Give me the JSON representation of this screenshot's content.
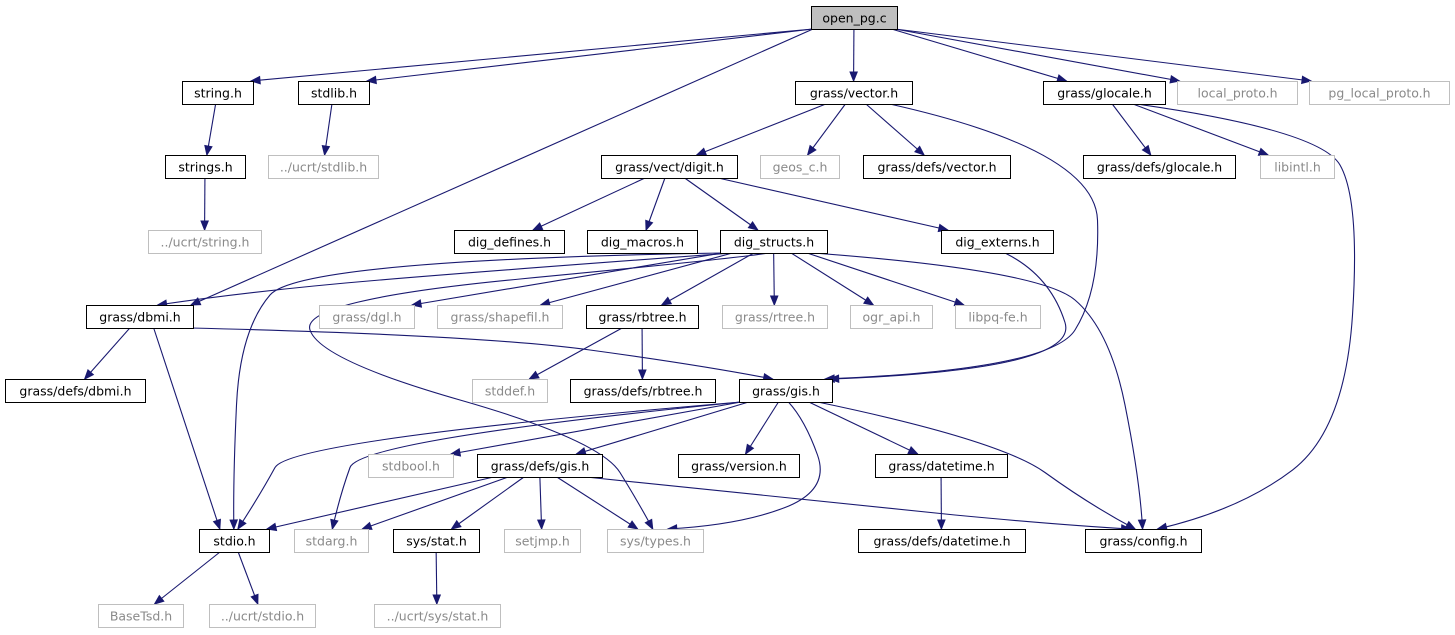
{
  "colors": {
    "edge": "#191970",
    "root_fill": "#bfbfbf",
    "documented_border": "#000000",
    "external_border": "#bfbfbf",
    "external_text": "#8a8a8a"
  },
  "nodes": [
    {
      "id": "open_pg",
      "label": "open_pg.c",
      "kind": "root"
    },
    {
      "id": "string_h",
      "label": "string.h",
      "kind": "documented"
    },
    {
      "id": "stdlib_h",
      "label": "stdlib.h",
      "kind": "documented"
    },
    {
      "id": "grass_vector_h",
      "label": "grass/vector.h",
      "kind": "documented"
    },
    {
      "id": "grass_glocale_h",
      "label": "grass/glocale.h",
      "kind": "documented"
    },
    {
      "id": "local_proto_h",
      "label": "local_proto.h",
      "kind": "external"
    },
    {
      "id": "pg_local_proto_h",
      "label": "pg_local_proto.h",
      "kind": "external"
    },
    {
      "id": "strings_h",
      "label": "strings.h",
      "kind": "documented"
    },
    {
      "id": "ucrt_stdlib_h",
      "label": "../ucrt/stdlib.h",
      "kind": "external"
    },
    {
      "id": "vect_digit_h",
      "label": "grass/vect/digit.h",
      "kind": "documented"
    },
    {
      "id": "geos_c_h",
      "label": "geos_c.h",
      "kind": "external"
    },
    {
      "id": "defs_vector_h",
      "label": "grass/defs/vector.h",
      "kind": "documented"
    },
    {
      "id": "defs_glocale_h",
      "label": "grass/defs/glocale.h",
      "kind": "documented"
    },
    {
      "id": "libintl_h",
      "label": "libintl.h",
      "kind": "external"
    },
    {
      "id": "ucrt_string_h",
      "label": "../ucrt/string.h",
      "kind": "external"
    },
    {
      "id": "dig_defines_h",
      "label": "dig_defines.h",
      "kind": "documented"
    },
    {
      "id": "dig_macros_h",
      "label": "dig_macros.h",
      "kind": "documented"
    },
    {
      "id": "dig_structs_h",
      "label": "dig_structs.h",
      "kind": "documented"
    },
    {
      "id": "dig_externs_h",
      "label": "dig_externs.h",
      "kind": "documented"
    },
    {
      "id": "grass_dbmi_h",
      "label": "grass/dbmi.h",
      "kind": "documented"
    },
    {
      "id": "grass_dgl_h",
      "label": "grass/dgl.h",
      "kind": "external"
    },
    {
      "id": "grass_shapefil_h",
      "label": "grass/shapefil.h",
      "kind": "external"
    },
    {
      "id": "grass_rbtree_h",
      "label": "grass/rbtree.h",
      "kind": "documented"
    },
    {
      "id": "grass_rtree_h",
      "label": "grass/rtree.h",
      "kind": "external"
    },
    {
      "id": "ogr_api_h",
      "label": "ogr_api.h",
      "kind": "external"
    },
    {
      "id": "libpq_fe_h",
      "label": "libpq-fe.h",
      "kind": "external"
    },
    {
      "id": "defs_dbmi_h",
      "label": "grass/defs/dbmi.h",
      "kind": "documented"
    },
    {
      "id": "stddef_h",
      "label": "stddef.h",
      "kind": "external"
    },
    {
      "id": "defs_rbtree_h",
      "label": "grass/defs/rbtree.h",
      "kind": "documented"
    },
    {
      "id": "grass_gis_h",
      "label": "grass/gis.h",
      "kind": "documented"
    },
    {
      "id": "stdbool_h",
      "label": "stdbool.h",
      "kind": "external"
    },
    {
      "id": "defs_gis_h",
      "label": "grass/defs/gis.h",
      "kind": "documented"
    },
    {
      "id": "grass_version_h",
      "label": "grass/version.h",
      "kind": "documented"
    },
    {
      "id": "grass_datetime_h",
      "label": "grass/datetime.h",
      "kind": "documented"
    },
    {
      "id": "stdio_h",
      "label": "stdio.h",
      "kind": "documented"
    },
    {
      "id": "stdarg_h",
      "label": "stdarg.h",
      "kind": "external"
    },
    {
      "id": "sys_stat_h",
      "label": "sys/stat.h",
      "kind": "documented"
    },
    {
      "id": "setjmp_h",
      "label": "setjmp.h",
      "kind": "external"
    },
    {
      "id": "sys_types_h",
      "label": "sys/types.h",
      "kind": "external"
    },
    {
      "id": "defs_datetime_h",
      "label": "grass/defs/datetime.h",
      "kind": "documented"
    },
    {
      "id": "grass_config_h",
      "label": "grass/config.h",
      "kind": "documented"
    },
    {
      "id": "basetsd_h",
      "label": "BaseTsd.h",
      "kind": "external"
    },
    {
      "id": "ucrt_stdio_h",
      "label": "../ucrt/stdio.h",
      "kind": "external"
    },
    {
      "id": "ucrt_sys_stat_h",
      "label": "../ucrt/sys/stat.h",
      "kind": "external"
    }
  ],
  "edges": [
    [
      "open_pg",
      "string_h"
    ],
    [
      "open_pg",
      "stdlib_h"
    ],
    [
      "open_pg",
      "grass_dbmi_h"
    ],
    [
      "open_pg",
      "grass_vector_h"
    ],
    [
      "open_pg",
      "grass_glocale_h"
    ],
    [
      "open_pg",
      "local_proto_h"
    ],
    [
      "open_pg",
      "pg_local_proto_h"
    ],
    [
      "string_h",
      "strings_h"
    ],
    [
      "strings_h",
      "ucrt_string_h"
    ],
    [
      "stdlib_h",
      "ucrt_stdlib_h"
    ],
    [
      "grass_vector_h",
      "vect_digit_h"
    ],
    [
      "grass_vector_h",
      "geos_c_h"
    ],
    [
      "grass_vector_h",
      "defs_vector_h"
    ],
    [
      "grass_vector_h",
      "grass_gis_h"
    ],
    [
      "grass_glocale_h",
      "defs_glocale_h"
    ],
    [
      "grass_glocale_h",
      "libintl_h"
    ],
    [
      "grass_glocale_h",
      "grass_config_h"
    ],
    [
      "vect_digit_h",
      "dig_defines_h"
    ],
    [
      "vect_digit_h",
      "dig_macros_h"
    ],
    [
      "vect_digit_h",
      "dig_structs_h"
    ],
    [
      "vect_digit_h",
      "dig_externs_h"
    ],
    [
      "dig_structs_h",
      "grass_dbmi_h"
    ],
    [
      "dig_structs_h",
      "grass_dgl_h"
    ],
    [
      "dig_structs_h",
      "grass_shapefil_h"
    ],
    [
      "dig_structs_h",
      "grass_rbtree_h"
    ],
    [
      "dig_structs_h",
      "grass_rtree_h"
    ],
    [
      "dig_structs_h",
      "ogr_api_h"
    ],
    [
      "dig_structs_h",
      "libpq_fe_h"
    ],
    [
      "dig_structs_h",
      "stdio_h"
    ],
    [
      "dig_structs_h",
      "sys_types_h"
    ],
    [
      "dig_structs_h",
      "grass_config_h"
    ],
    [
      "dig_externs_h",
      "grass_gis_h"
    ],
    [
      "grass_dbmi_h",
      "defs_dbmi_h"
    ],
    [
      "grass_dbmi_h",
      "stdio_h"
    ],
    [
      "grass_dbmi_h",
      "grass_gis_h"
    ],
    [
      "grass_rbtree_h",
      "stddef_h"
    ],
    [
      "grass_rbtree_h",
      "defs_rbtree_h"
    ],
    [
      "grass_gis_h",
      "stdio_h"
    ],
    [
      "grass_gis_h",
      "stdarg_h"
    ],
    [
      "grass_gis_h",
      "stdbool_h"
    ],
    [
      "grass_gis_h",
      "defs_gis_h"
    ],
    [
      "grass_gis_h",
      "grass_version_h"
    ],
    [
      "grass_gis_h",
      "grass_datetime_h"
    ],
    [
      "grass_gis_h",
      "sys_types_h"
    ],
    [
      "grass_gis_h",
      "grass_config_h"
    ],
    [
      "defs_gis_h",
      "stdio_h"
    ],
    [
      "defs_gis_h",
      "stdarg_h"
    ],
    [
      "defs_gis_h",
      "sys_stat_h"
    ],
    [
      "defs_gis_h",
      "setjmp_h"
    ],
    [
      "defs_gis_h",
      "sys_types_h"
    ],
    [
      "defs_gis_h",
      "grass_config_h"
    ],
    [
      "grass_datetime_h",
      "defs_datetime_h"
    ],
    [
      "stdio_h",
      "basetsd_h"
    ],
    [
      "stdio_h",
      "ucrt_stdio_h"
    ],
    [
      "sys_stat_h",
      "ucrt_sys_stat_h"
    ]
  ]
}
